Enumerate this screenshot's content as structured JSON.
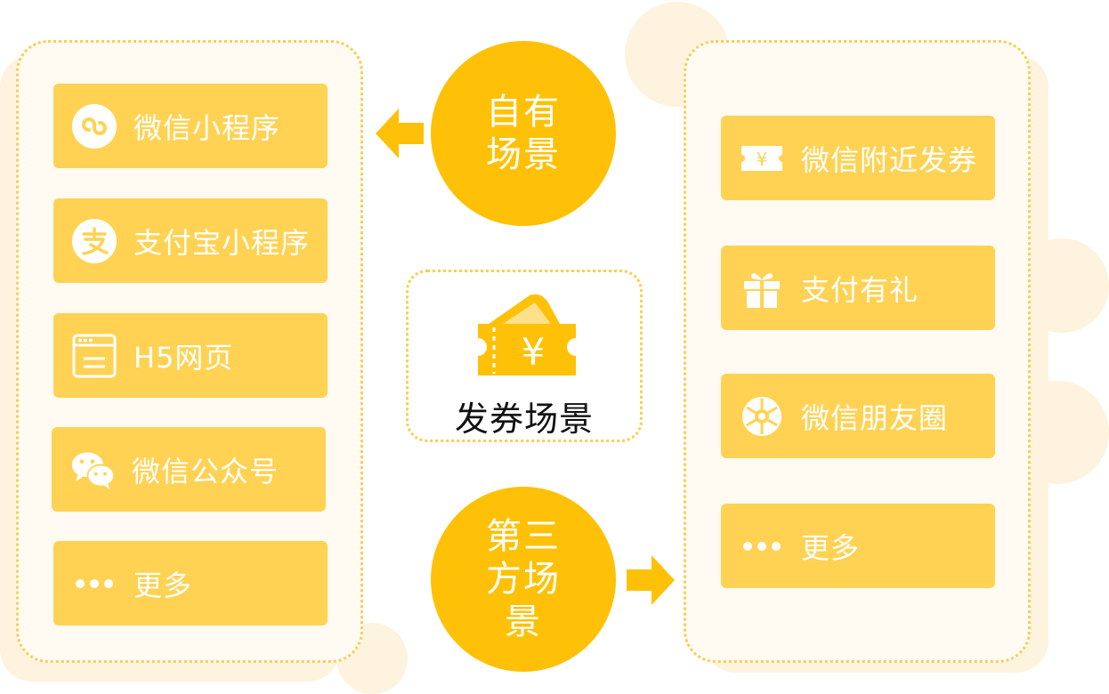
{
  "left_panel": {
    "items": [
      {
        "label": "微信小程序",
        "icon": "mini-program-icon"
      },
      {
        "label": "支付宝小程序",
        "icon": "alipay-icon"
      },
      {
        "label": "H5网页",
        "icon": "webpage-icon"
      },
      {
        "label": "微信公众号",
        "icon": "wechat-icon"
      },
      {
        "label": "更多",
        "icon": "more-dots-icon"
      }
    ]
  },
  "own_scene": {
    "label": "自有场景"
  },
  "third_party_scene": {
    "label": "第三方场景"
  },
  "center": {
    "label": "发券场景",
    "icon": "coupon-icon"
  },
  "right_panel": {
    "items": [
      {
        "label": "微信附近发券",
        "icon": "coupon-ticket-icon"
      },
      {
        "label": "支付有礼",
        "icon": "gift-icon"
      },
      {
        "label": "微信朋友圈",
        "icon": "moments-icon"
      },
      {
        "label": "更多",
        "icon": "more-dots-icon"
      }
    ]
  },
  "colors": {
    "card": "#ffd253",
    "circle": "#ffc107",
    "panel_border": "#f7cf4f",
    "decor": "#fdf3de"
  }
}
